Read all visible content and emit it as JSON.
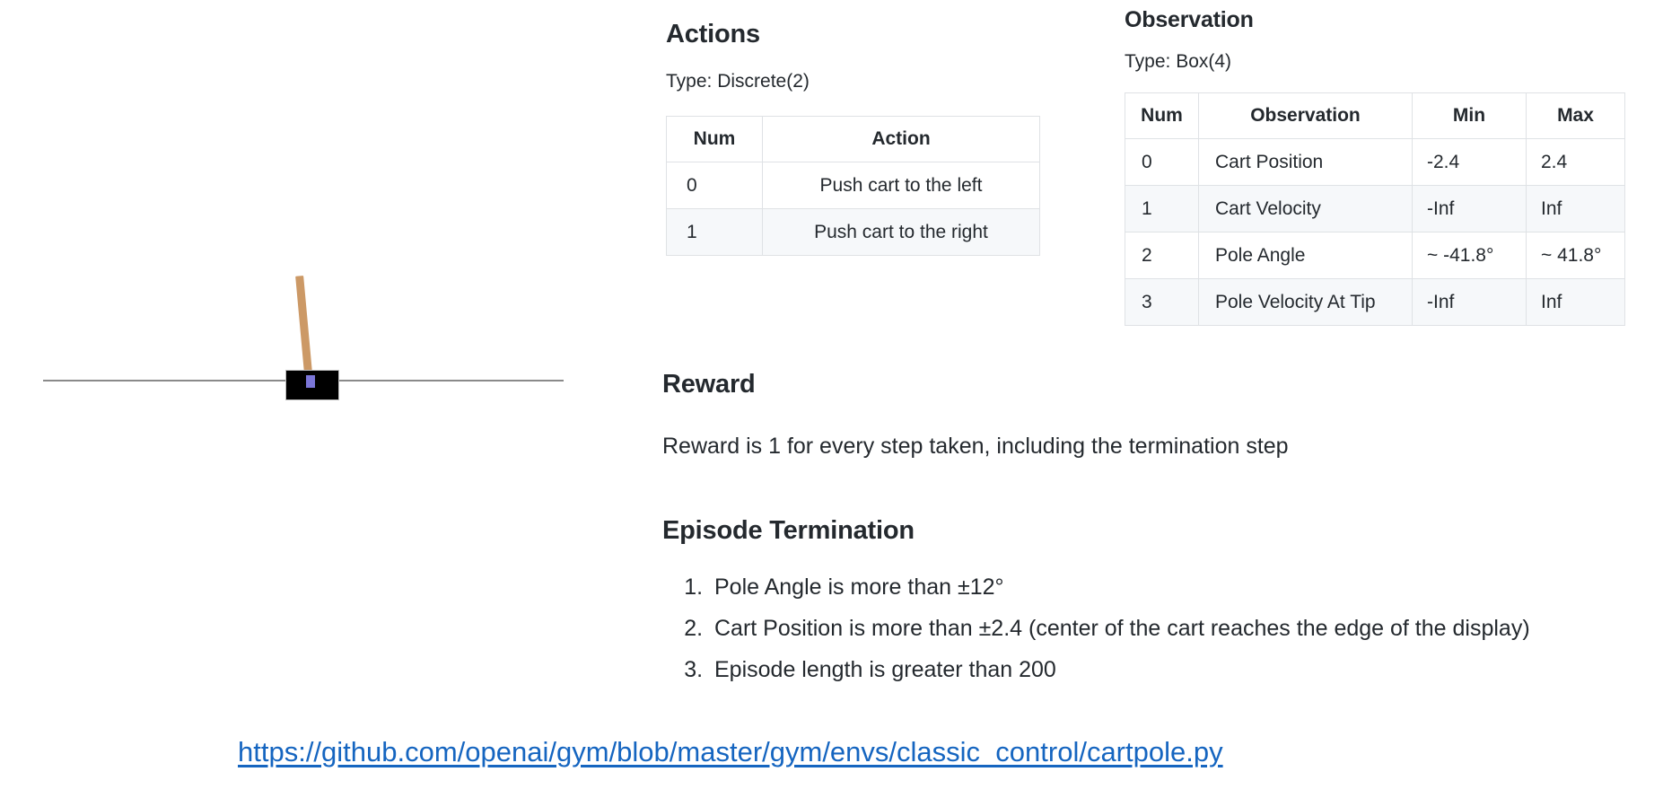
{
  "figure": {
    "name": "cartpole-illustration",
    "colors": {
      "cart": "#000000",
      "pole": "#cc9966",
      "axle": "#7b76d8",
      "track": "#8a8a8a",
      "background": "#ffffff"
    }
  },
  "actions": {
    "heading": "Actions",
    "type_line": "Type: Discrete(2)",
    "columns": [
      "Num",
      "Action"
    ],
    "rows": [
      {
        "num": "0",
        "action": "Push cart to the left"
      },
      {
        "num": "1",
        "action": "Push cart to the right"
      }
    ]
  },
  "observation": {
    "heading": "Observation",
    "type_line": "Type: Box(4)",
    "columns": [
      "Num",
      "Observation",
      "Min",
      "Max"
    ],
    "rows": [
      {
        "num": "0",
        "observation": "Cart Position",
        "min": "-2.4",
        "max": "2.4"
      },
      {
        "num": "1",
        "observation": "Cart Velocity",
        "min": "-Inf",
        "max": "Inf"
      },
      {
        "num": "2",
        "observation": "Pole Angle",
        "min": "~ -41.8°",
        "max": "~ 41.8°"
      },
      {
        "num": "3",
        "observation": "Pole Velocity At Tip",
        "min": "-Inf",
        "max": "Inf"
      }
    ]
  },
  "reward": {
    "heading": "Reward",
    "text": "Reward is 1 for every step taken, including the termination step"
  },
  "termination": {
    "heading": "Episode Termination",
    "items": [
      "Pole Angle is more than ±12°",
      "Cart Position is more than ±2.4 (center of the cart reaches the edge of the display)",
      "Episode length is greater than 200"
    ]
  },
  "source": {
    "url_text": "https://github.com/openai/gym/blob/master/gym/envs/classic_control/cartpole.py",
    "color": "#1565c0"
  }
}
